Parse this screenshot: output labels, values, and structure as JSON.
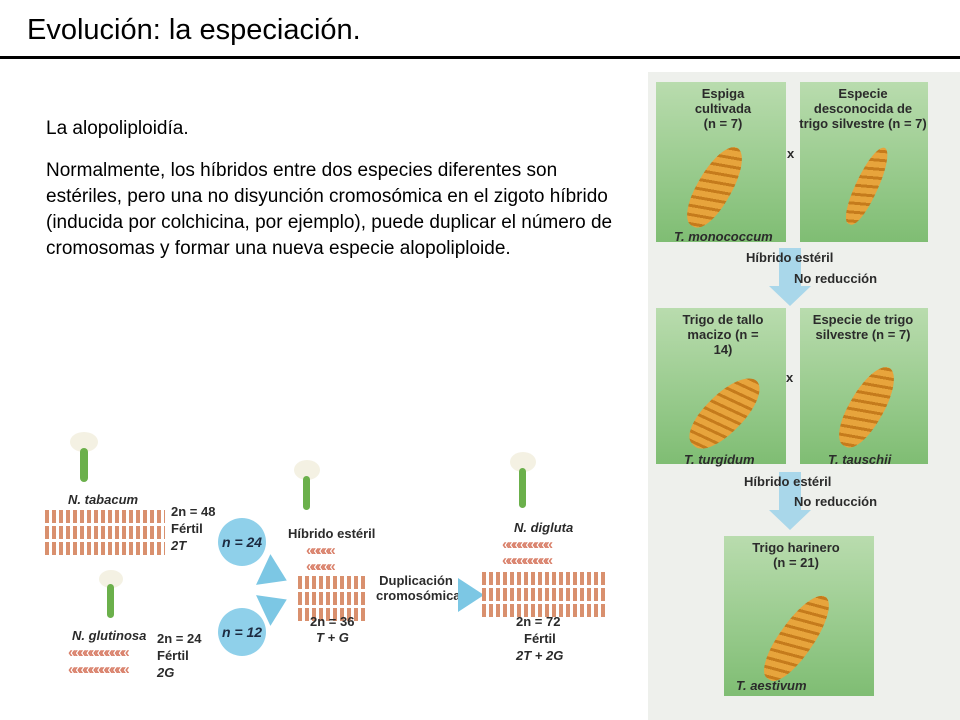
{
  "slide": {
    "title": "Evolución: la especiación.",
    "subtitle": "La alopoliploidía.",
    "body": "Normalmente, los híbridos entre dos especies diferentes son estériles, pero una no disyunción cromosómica en el zigoto híbrido (inducida por colchicina, por ejemplo), puede duplicar el número de cromosomas y formar una nueva especie alopoliploide."
  },
  "tobacco_figure": {
    "parent1": {
      "name": "N. tabacum",
      "n_line": "2n = 48",
      "status": "Fértil",
      "genome": "2T"
    },
    "parent2": {
      "name": "N. glutinosa",
      "n_line": "2n = 24",
      "status": "Fértil",
      "genome": "2G"
    },
    "gamete1": "n = 24",
    "gamete2": "n = 12",
    "hybrid": {
      "name": "Híbrido estéril",
      "n_line": "2n = 36",
      "genome": "T + G"
    },
    "process": "Duplicación cromosómica",
    "new_species": {
      "name": "N. digluta",
      "n_line": "2n = 72",
      "status": "Fértil",
      "genome": "2T + 2G"
    }
  },
  "wheat_figure": {
    "top_left": "Espiga cultivada (n = 7)",
    "top_right": "Especie desconocida de trigo silvestre (n = 7)",
    "cross": "x",
    "species1": "T. monococcum",
    "step1_a": "Híbrido estéril",
    "step1_b": "No reducción",
    "mid_left": "Trigo de tallo macizo (n = 14)",
    "mid_right": "Especie de trigo silvestre (n = 7)",
    "species2": "T. turgidum",
    "species3": "T. tauschii",
    "step2_a": "Híbrido estéril",
    "step2_b": "No reducción",
    "bottom": "Trigo harinero (n = 21)",
    "species4": "T. aestivum"
  },
  "colors": {
    "accent": "#8fd0ea",
    "chromosome": "#d9906e",
    "panel": "#9fcd93"
  }
}
